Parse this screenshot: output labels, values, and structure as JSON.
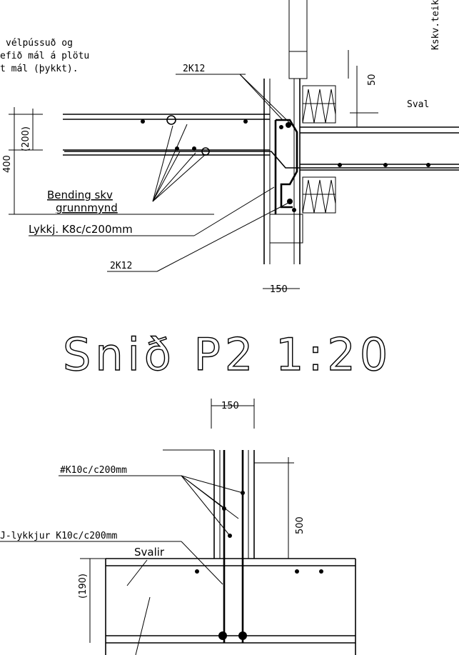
{
  "top_section": {
    "note_lines": [
      "vélpússuð og",
      "efið mál á plötu",
      "t mál (þykkt)."
    ],
    "label_2k12_top": "2K12",
    "label_skv_teikn": "Kskv.teikn.ar",
    "dim_50": "50",
    "label_sval": "Sval",
    "dim_200": "(200)",
    "dim_400": "400",
    "label_bending_1": "Bending skv",
    "label_bending_2": "grunnmynd",
    "label_lykkj": "Lykkj. K8c/c200mm",
    "label_2k12_bottom": "2K12",
    "dim_150": "150"
  },
  "section_title": "Snið P2 1:20",
  "bottom_section": {
    "dim_150": "150",
    "label_k10": "#K10c/c200mm",
    "label_lykkjur": "J-lykkjur K10c/c200mm",
    "dim_500": "500",
    "label_svalir": "Svalir",
    "dim_190": "(190)"
  }
}
